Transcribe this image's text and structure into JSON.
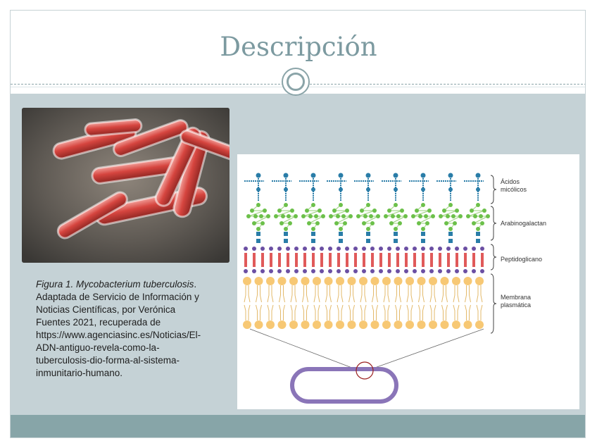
{
  "slide": {
    "title": "Descripción"
  },
  "caption": {
    "figure_label": "Figura 1.",
    "species": "Mycobacterium tuberculosis",
    "text": ". Adaptada de Servicio de Información y Noticias Científicas, por Verónica Fuentes 2021, recuperada de https://www.agenciasinc.es/Noticias/El-ADN-antiguo-revela-como-la-tuberculosis-dio-forma-al-sistema-inmunitario-humano."
  },
  "diagram": {
    "labels": {
      "mycolic_line1": "Ácidos",
      "mycolic_line2": "micólicos",
      "arabinogalactan": "Arabinogalactan",
      "peptidoglycan": "Peptidoglicano",
      "membrane_line1": "Membrana",
      "membrane_line2": "plasmática"
    }
  },
  "colors": {
    "title": "#7c9aa0",
    "body_bg": "#c5d2d6",
    "footer_bar": "#87a5a8",
    "mycolic": "#2a7da8",
    "arabinogalactan": "#6cc04a",
    "peptidoglycan_red": "#e05a5a",
    "peptidoglycan_purple": "#6b4fa3",
    "membrane": "#f7c874"
  }
}
